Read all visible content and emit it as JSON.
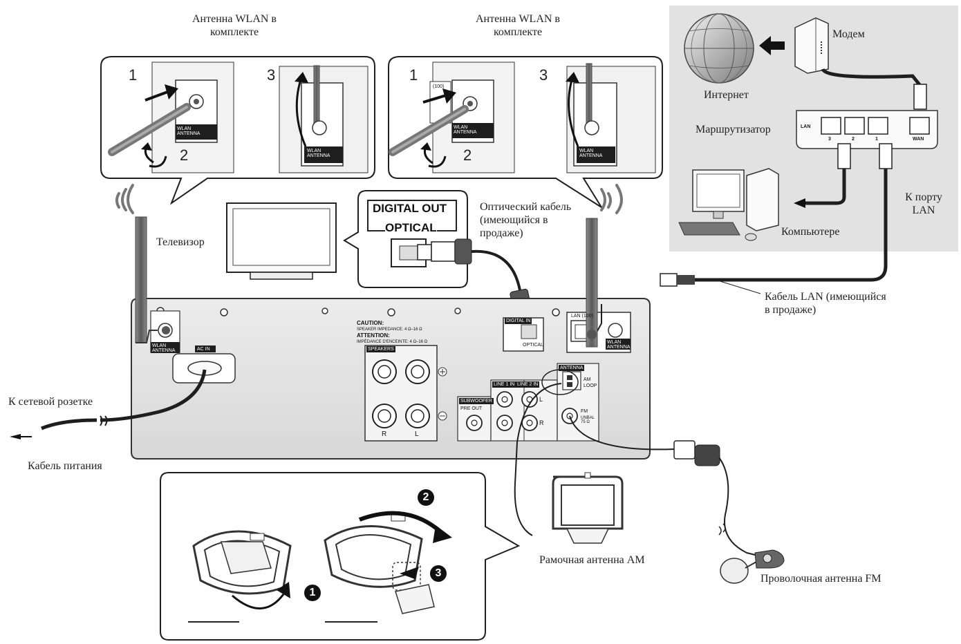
{
  "labels": {
    "wlan_antenna_left": "Антенна WLAN в\nкомплекте",
    "wlan_antenna_right": "Антенна WLAN в\nкомплекте",
    "modem": "Модем",
    "internet": "Интернет",
    "router": "Маршрутизатор",
    "computer": "Компьютере",
    "to_lan_port": "К порту\nLAN",
    "tv": "Телевизор",
    "optical_cable": "Оптический кабель\n(имеющийся в\nпродаже)",
    "lan_cable": "Кабель LAN (имеющийся\nв продаже)",
    "to_outlet": "К сетевой розетке",
    "power_cable": "Кабель питания",
    "am_loop_antenna": "Рамочная антенна AM",
    "fm_wire_antenna": "Проволочная антенна FM"
  },
  "optical_box": {
    "line1": "DIGITAL OUT",
    "line2": "OPTICAL"
  },
  "steps": {
    "s1": "1",
    "s2": "2",
    "s3": "3",
    "b1": "1",
    "b2": "2",
    "b3": "3"
  },
  "panel_text": {
    "wlan_antenna": "WLAN\nANTENNA",
    "ac_in": "AC IN",
    "caution": "CAUTION:",
    "caution_sub": "SPEAKER IMPEDANCE: 4 Ω–16 Ω",
    "attention": "ATTENTION:",
    "attention_sub": "IMPÉDANCE D'ENCEINTE: 4 Ω–16 Ω",
    "speakers": "SPEAKERS",
    "r": "R",
    "l": "L",
    "digital_in": "DIGITAL IN",
    "optical": "OPTICAL",
    "lan": "LAN (100)",
    "antenna": "ANTENNA",
    "am": "AM",
    "loop": "LOOP",
    "fm": "FM",
    "fm_ohm": "UNBAL\n75 Ω",
    "line1": "LINE 1 IN",
    "line2": "LINE 2 IN",
    "subwoofer": "SUBWOOFER",
    "pre_out": "PRE OUT",
    "inset_100": "(100)"
  },
  "router_ports": {
    "lan": "LAN",
    "p3": "3",
    "p2": "2",
    "p1": "1",
    "wan": "WAN"
  },
  "colors": {
    "line": "#1e1e1e",
    "panel": "#e4e4e4",
    "network_bg": "#e2e2e2",
    "antenna": "#6f6f6f"
  }
}
